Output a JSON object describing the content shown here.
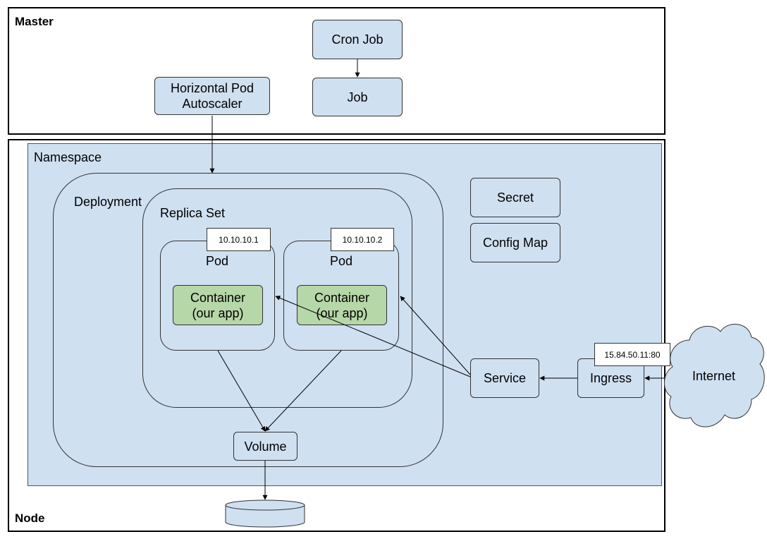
{
  "master": {
    "label": "Master",
    "cron_job": "Cron Job",
    "job": "Job",
    "hpa": "Horizontal Pod\nAutoscaler"
  },
  "node": {
    "label": "Node",
    "namespace": "Namespace",
    "deployment": "Deployment",
    "replica_set": "Replica Set",
    "pods": [
      {
        "label": "Pod",
        "ip": "10.10.10.1",
        "container": "Container\n(our app)"
      },
      {
        "label": "Pod",
        "ip": "10.10.10.2",
        "container": "Container\n(our app)"
      }
    ],
    "secret": "Secret",
    "config_map": "Config Map",
    "service": "Service",
    "ingress": "Ingress",
    "ingress_ip": "15.84.50.11:80",
    "internet": "Internet",
    "volume": "Volume"
  },
  "colors": {
    "node_fill": "#cfe0f1",
    "container_fill": "#b6d7a8",
    "stroke": "#333333"
  }
}
